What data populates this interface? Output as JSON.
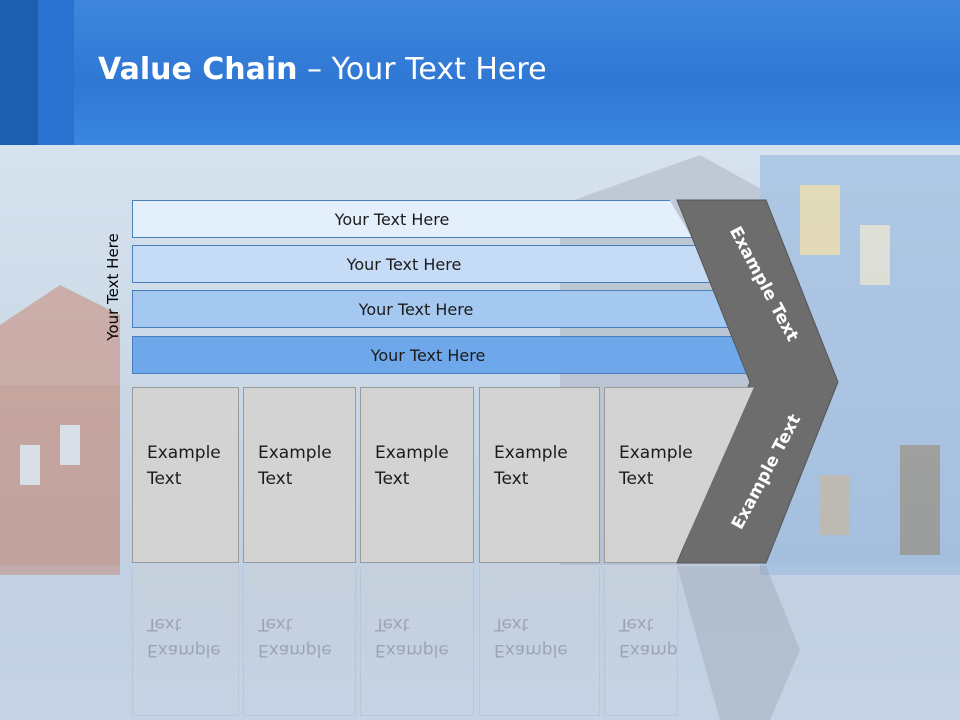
{
  "header": {
    "title_bold": "Value Chain",
    "title_rest": " – Your Text Here"
  },
  "diagram": {
    "side_label": "Your Text Here",
    "rows": [
      {
        "label": "Your Text Here"
      },
      {
        "label": "Your Text Here"
      },
      {
        "label": "Your Text Here"
      },
      {
        "label": "Your Text Here"
      }
    ],
    "boxes": [
      {
        "label": "Example\nText"
      },
      {
        "label": "Example\nText"
      },
      {
        "label": "Example\nText"
      },
      {
        "label": "Example\nText"
      },
      {
        "label": "Example\nText"
      }
    ],
    "chevron_top_label": "Example Text",
    "chevron_bottom_label": "Example Text"
  },
  "colors": {
    "header": "#2f78d4",
    "row1": "#e4effc",
    "row2": "#c6dcf6",
    "row3": "#a5c8f0",
    "row4": "#6ea7ea",
    "box": "#d3d3d3",
    "chevron": "#6d6d6d"
  }
}
